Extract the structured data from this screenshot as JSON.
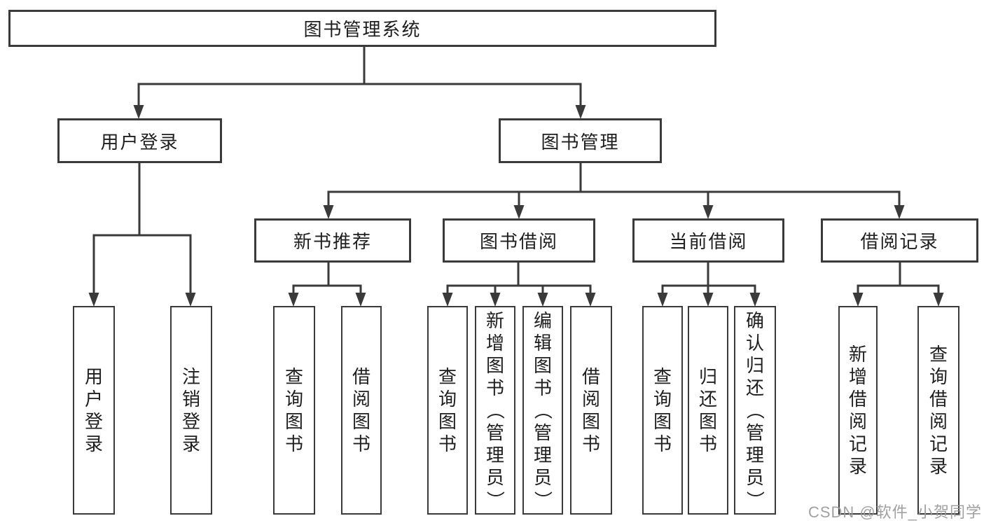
{
  "tree": {
    "label": "图书管理系统",
    "children": [
      {
        "label": "用户登录",
        "children": [
          {
            "label": "用户登录"
          },
          {
            "label": "注销登录"
          }
        ]
      },
      {
        "label": "图书管理",
        "children": [
          {
            "label": "新书推荐",
            "children": [
              {
                "label": "查询图书"
              },
              {
                "label": "借阅图书"
              }
            ]
          },
          {
            "label": "图书借阅",
            "children": [
              {
                "label": "查询图书"
              },
              {
                "label": "新增图书（管理员）"
              },
              {
                "label": "编辑图书（管理员）"
              },
              {
                "label": "借阅图书"
              }
            ]
          },
          {
            "label": "当前借阅",
            "children": [
              {
                "label": "查询图书"
              },
              {
                "label": "归还图书"
              },
              {
                "label": "确认归还（管理员）"
              }
            ]
          },
          {
            "label": "借阅记录",
            "children": [
              {
                "label": "新增借阅记录"
              },
              {
                "label": "查询借阅记录"
              }
            ]
          }
        ]
      }
    ]
  },
  "watermark": {
    "text": "CSDN @软件_小贺同学"
  },
  "colors": {
    "line": "#3a3a3a",
    "text": "#1e1e1e",
    "watermark": "#9a9a9a",
    "background": "#ffffff"
  }
}
